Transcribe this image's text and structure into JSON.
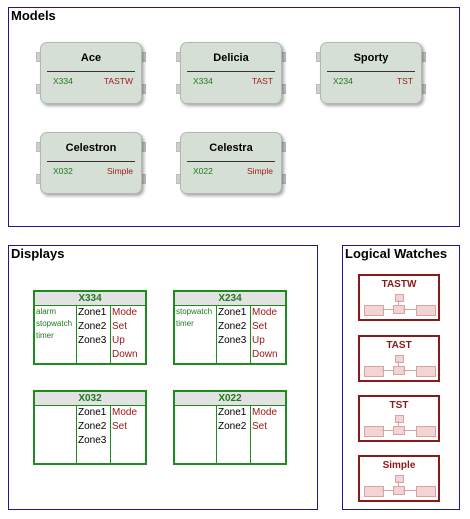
{
  "panels": {
    "models": "Models",
    "displays": "Displays",
    "logical_watches": "Logical Watches"
  },
  "models": [
    {
      "name": "Ace",
      "display": "X334",
      "watch": "TASTW"
    },
    {
      "name": "Delicia",
      "display": "X334",
      "watch": "TAST"
    },
    {
      "name": "Sporty",
      "display": "X234",
      "watch": "TST"
    },
    {
      "name": "Celestron",
      "display": "X032",
      "watch": "Simple"
    },
    {
      "name": "Celestra",
      "display": "X022",
      "watch": "Simple"
    }
  ],
  "displays": [
    {
      "name": "X334",
      "features": [
        "alarm",
        "stopwatch",
        "timer"
      ],
      "zones": [
        "Zone1",
        "Zone2",
        "Zone3"
      ],
      "buttons": [
        "Mode",
        "Set",
        "Up",
        "Down"
      ]
    },
    {
      "name": "X234",
      "features": [
        "stopwatch",
        "timer"
      ],
      "zones": [
        "Zone1",
        "Zone2",
        "Zone3"
      ],
      "buttons": [
        "Mode",
        "Set",
        "Up",
        "Down"
      ]
    },
    {
      "name": "X032",
      "features": [],
      "zones": [
        "Zone1",
        "Zone2",
        "Zone3"
      ],
      "buttons": [
        "Mode",
        "Set"
      ]
    },
    {
      "name": "X022",
      "features": [],
      "zones": [
        "Zone1",
        "Zone2"
      ],
      "buttons": [
        "Mode",
        "Set"
      ]
    }
  ],
  "logical_watches": [
    "TASTW",
    "TAST",
    "TST",
    "Simple"
  ],
  "colors": {
    "panel_border": "#1a1a8c",
    "display_green": "#1f8a1f",
    "watch_red": "#8a1a1a",
    "card_fill": "#d6dfd6"
  }
}
